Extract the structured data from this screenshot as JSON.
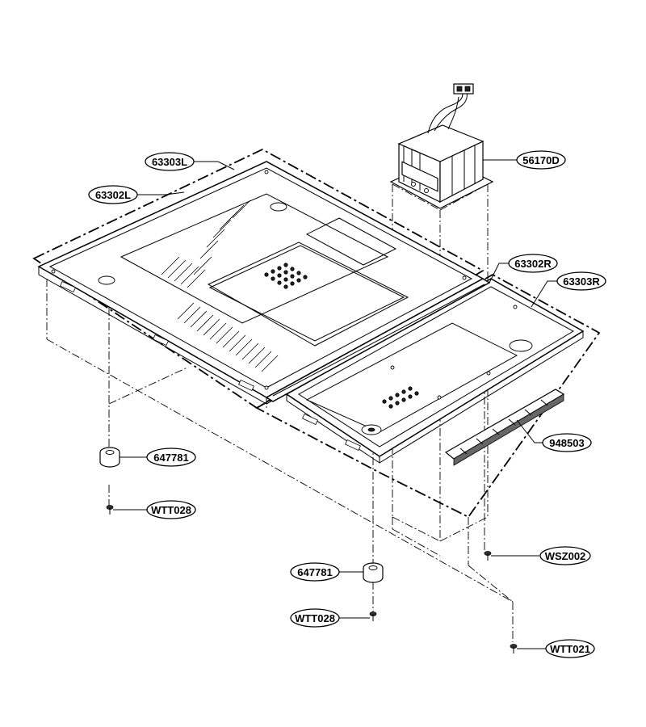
{
  "callouts": {
    "c63303L": "63303L",
    "c63302L": "63302L",
    "c56170D": "56170D",
    "c63302R": "63302R",
    "c63303R": "63303R",
    "c948503": "948503",
    "c647781a": "647781",
    "cWTT028a": "WTT028",
    "c647781b": "647781",
    "cWTT028b": "WTT028",
    "cWSZ002": "WSZ002",
    "cWTT021": "WTT021"
  }
}
